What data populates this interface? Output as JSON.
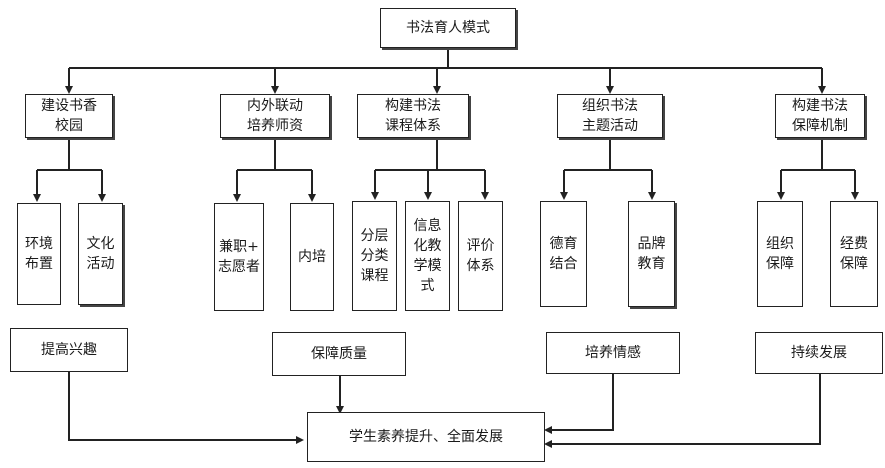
{
  "root": "书法育人模式",
  "branches": [
    {
      "label": "建设书香\n校园",
      "children": [
        "环境\n布置",
        "文化\n活动"
      ]
    },
    {
      "label": "内外联动\n培养师资",
      "children": [
        "兼职+\n志愿者",
        "内培"
      ]
    },
    {
      "label": "构建书法\n课程体系",
      "children": [
        "分层\n分类\n课程",
        "信息\n化教\n学模\n式",
        "评价\n体系"
      ]
    },
    {
      "label": "组织书法\n主题活动",
      "children": [
        "德育\n结合",
        "品牌\n教育"
      ]
    },
    {
      "label": "构建书法\n保障机制",
      "children": [
        "组织\n保障",
        "经费\n保障"
      ]
    }
  ],
  "outcomes": [
    "提高兴趣",
    "保障质量",
    "培养情感",
    "持续发展"
  ],
  "final": "学生素养提升、全面发展"
}
